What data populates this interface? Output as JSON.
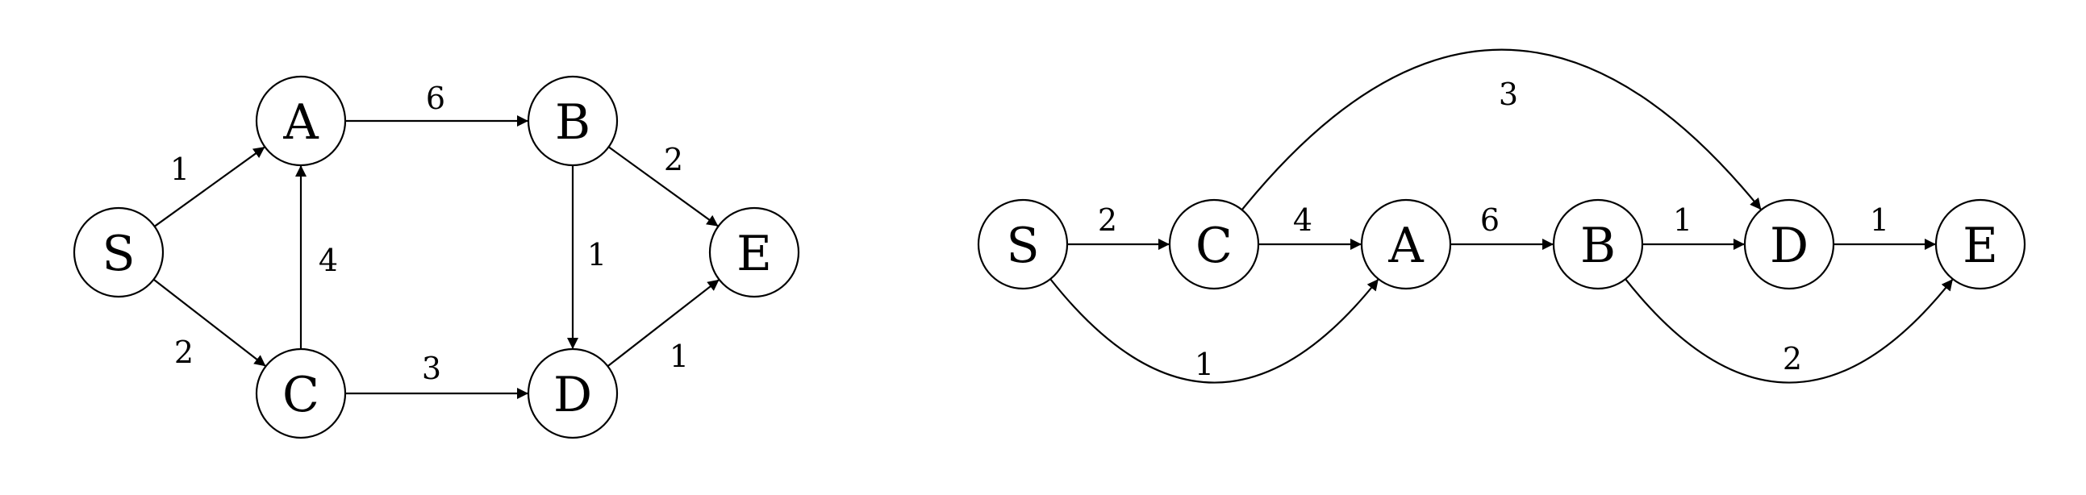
{
  "graphs": [
    {
      "nodes": [
        {
          "id": "S",
          "label": "S"
        },
        {
          "id": "A",
          "label": "A"
        },
        {
          "id": "C",
          "label": "C"
        },
        {
          "id": "B",
          "label": "B"
        },
        {
          "id": "D",
          "label": "D"
        },
        {
          "id": "E",
          "label": "E"
        }
      ],
      "edges": [
        {
          "from": "S",
          "to": "A",
          "weight": "1"
        },
        {
          "from": "S",
          "to": "C",
          "weight": "2"
        },
        {
          "from": "C",
          "to": "A",
          "weight": "4"
        },
        {
          "from": "A",
          "to": "B",
          "weight": "6"
        },
        {
          "from": "C",
          "to": "D",
          "weight": "3"
        },
        {
          "from": "B",
          "to": "E",
          "weight": "2"
        },
        {
          "from": "B",
          "to": "D",
          "weight": "1"
        },
        {
          "from": "D",
          "to": "E",
          "weight": "1"
        }
      ]
    },
    {
      "nodes": [
        {
          "id": "S",
          "label": "S"
        },
        {
          "id": "C",
          "label": "C"
        },
        {
          "id": "A",
          "label": "A"
        },
        {
          "id": "B",
          "label": "B"
        },
        {
          "id": "D",
          "label": "D"
        },
        {
          "id": "E",
          "label": "E"
        }
      ],
      "edges": [
        {
          "from": "S",
          "to": "C",
          "weight": "2"
        },
        {
          "from": "C",
          "to": "A",
          "weight": "4"
        },
        {
          "from": "A",
          "to": "B",
          "weight": "6"
        },
        {
          "from": "B",
          "to": "D",
          "weight": "1"
        },
        {
          "from": "D",
          "to": "E",
          "weight": "1"
        },
        {
          "from": "C",
          "to": "D",
          "weight": "3"
        },
        {
          "from": "S",
          "to": "A",
          "weight": "1"
        },
        {
          "from": "B",
          "to": "E",
          "weight": "2"
        }
      ]
    }
  ]
}
